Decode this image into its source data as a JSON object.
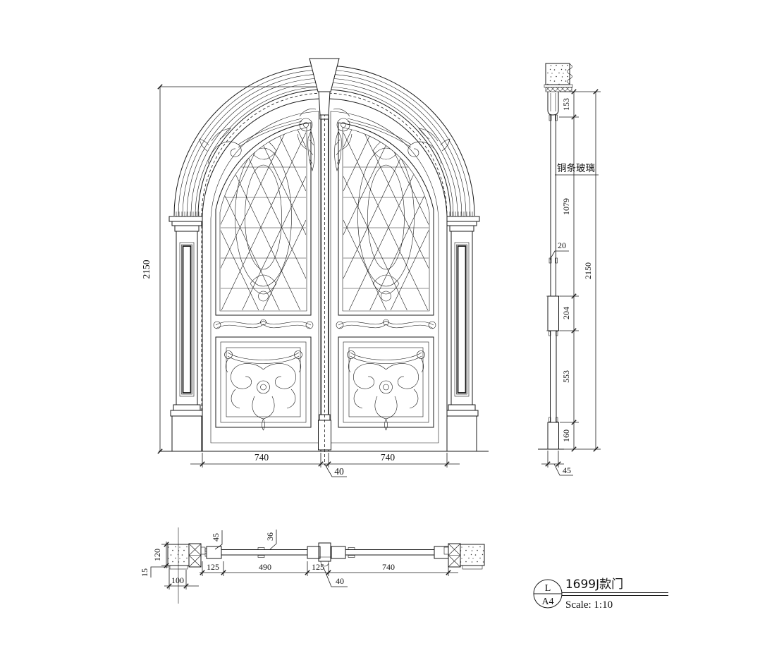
{
  "drawing": {
    "sheet_letter": "L",
    "sheet_size": "A4",
    "title": "1699J款门",
    "scale_label": "Scale: 1:10"
  },
  "elevation": {
    "dim_overall_height": "2150",
    "dim_left_leaf_width": "740",
    "dim_right_leaf_width": "740",
    "dim_center_mullion": "40"
  },
  "section": {
    "glass_label": "铜条玻璃",
    "dim_top_rail": "153",
    "dim_glass_panel": "1079",
    "dim_glazing_bead": "20",
    "dim_overall_height": "2150",
    "dim_lock_rail": "204",
    "dim_bottom_panel": "553",
    "dim_bottom_rail": "160",
    "dim_leaf_thickness": "45"
  },
  "plan": {
    "dim_wall_depth": "120",
    "dim_reveal": "15",
    "dim_wall_width": "100",
    "dim_left_stile": "125",
    "dim_leaf_thickness": "45",
    "dim_glass_thickness": "36",
    "dim_glass_width": "490",
    "dim_right_stile": "125",
    "dim_mullion": "40",
    "dim_right_leaf": "740"
  }
}
